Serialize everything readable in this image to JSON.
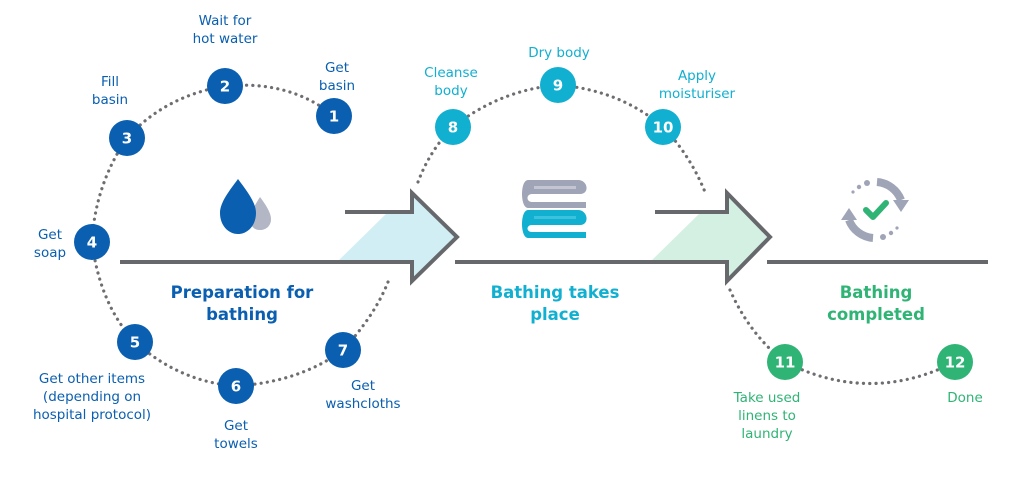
{
  "colors": {
    "prep": "#0a5fb0",
    "bathing": "#11afd0",
    "completed": "#2fb475",
    "dots": "#6e6e72",
    "arrow_stroke": "#67686c",
    "arrow_fill_prep": "#d2eef5",
    "arrow_fill_bathing": "#d4f0e3",
    "icon_gray": "#9fa4b6"
  },
  "phases": [
    {
      "id": "prep",
      "title_lines": [
        "Preparation for",
        "bathing"
      ],
      "icon": "water-drop-icon"
    },
    {
      "id": "bathing",
      "title_lines": [
        "Bathing takes",
        "place"
      ],
      "icon": "folded-towels-icon"
    },
    {
      "id": "completed",
      "title_lines": [
        "Bathing",
        "completed"
      ],
      "icon": "refresh-check-icon"
    }
  ],
  "steps": [
    {
      "num": "1",
      "phase": "prep",
      "label_lines": [
        "Get",
        "basin"
      ]
    },
    {
      "num": "2",
      "phase": "prep",
      "label_lines": [
        "Wait for",
        "hot water"
      ]
    },
    {
      "num": "3",
      "phase": "prep",
      "label_lines": [
        "Fill",
        "basin"
      ]
    },
    {
      "num": "4",
      "phase": "prep",
      "label_lines": [
        "Get",
        "soap"
      ]
    },
    {
      "num": "5",
      "phase": "prep",
      "label_lines": [
        "Get other items",
        "(depending on",
        "hospital protocol)"
      ]
    },
    {
      "num": "6",
      "phase": "prep",
      "label_lines": [
        "Get",
        "towels"
      ]
    },
    {
      "num": "7",
      "phase": "prep",
      "label_lines": [
        "Get",
        "washcloths"
      ]
    },
    {
      "num": "8",
      "phase": "bathing",
      "label_lines": [
        "Cleanse",
        "body"
      ]
    },
    {
      "num": "9",
      "phase": "bathing",
      "label_lines": [
        "Dry body"
      ]
    },
    {
      "num": "10",
      "phase": "bathing",
      "label_lines": [
        "Apply",
        "moisturiser"
      ]
    },
    {
      "num": "11",
      "phase": "completed",
      "label_lines": [
        "Take used",
        "linens to",
        "laundry"
      ]
    },
    {
      "num": "12",
      "phase": "completed",
      "label_lines": [
        "Done"
      ]
    }
  ]
}
